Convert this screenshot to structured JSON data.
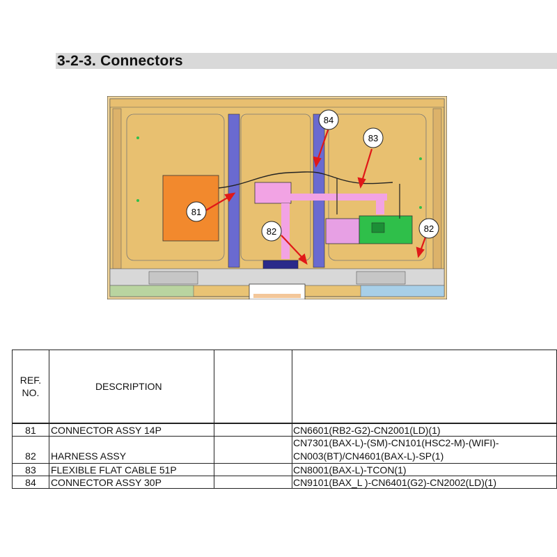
{
  "section": {
    "title": "3-2-3. Connectors"
  },
  "diagram": {
    "callouts": [
      {
        "label": "81"
      },
      {
        "label": "82"
      },
      {
        "label": "82"
      },
      {
        "label": "83"
      },
      {
        "label": "84"
      }
    ],
    "colors": {
      "frame": "#e8c27a",
      "panel_blue": "#6a6ad0",
      "orange_board": "#f2892d",
      "pink_board": "#f2a3e4",
      "green_board": "#2fbf4a",
      "arrow": "#e01818"
    }
  },
  "table": {
    "headers": {
      "ref": "REF. NO.",
      "description": "DESCRIPTION",
      "blank": "",
      "location": ""
    },
    "rows": [
      {
        "ref": "81",
        "description": "CONNECTOR ASSY 14P",
        "location": [
          "CN6601(RB2-G2)-CN2001(LD)(1)"
        ]
      },
      {
        "ref": "82",
        "description": "HARNESS ASSY",
        "location": [
          "CN7301(BAX-L)-(SM)-CN101(HSC2-M)-(WIFI)-",
          "CN003(BT)/CN4601(BAX-L)-SP(1)"
        ]
      },
      {
        "ref": "83",
        "description": "FLEXIBLE FLAT CABLE 51P",
        "location": [
          "CN8001(BAX-L)-TCON(1)"
        ]
      },
      {
        "ref": "84",
        "description": "CONNECTOR ASSY 30P",
        "location": [
          "CN9101(BAX_L )-CN6401(G2)-CN2002(LD)(1)"
        ]
      }
    ]
  }
}
